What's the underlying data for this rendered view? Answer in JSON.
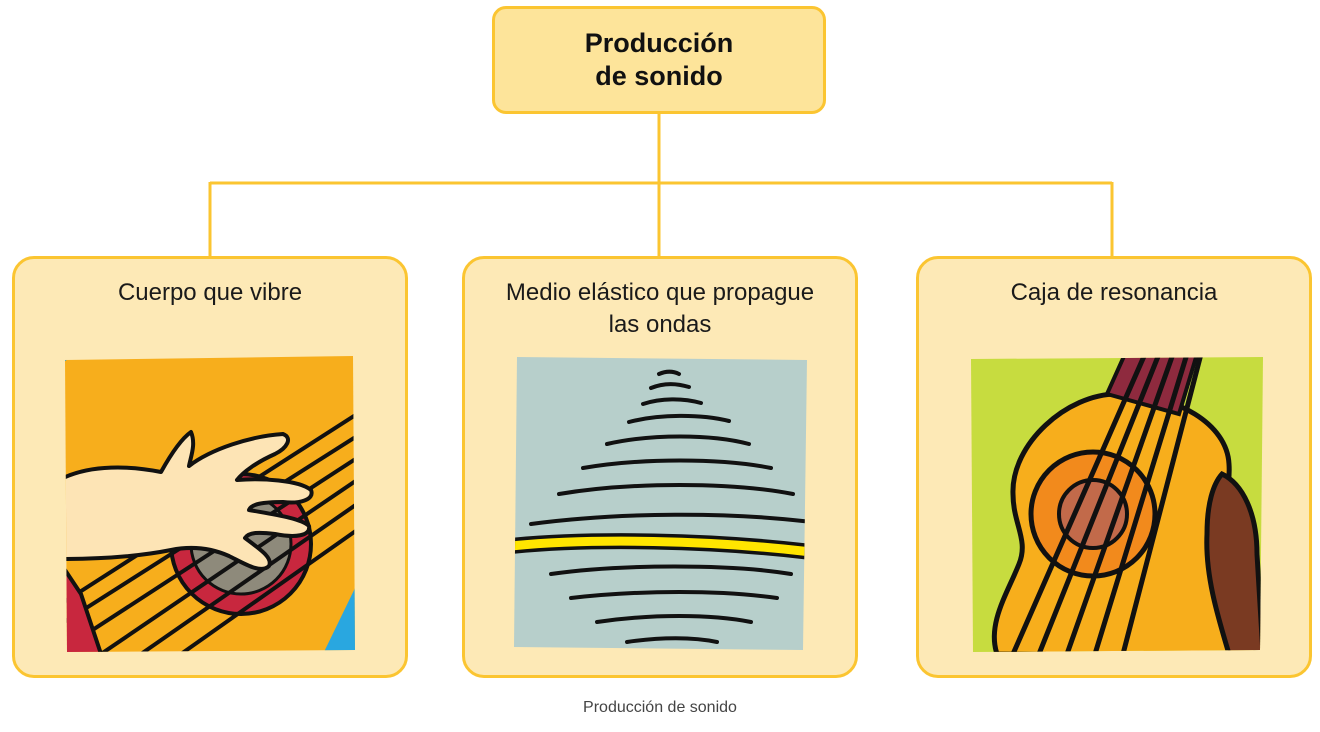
{
  "root": {
    "line1": "Producción",
    "line2": "de sonido"
  },
  "cards": [
    {
      "title_lines": [
        "Cuerpo que vibre"
      ],
      "illustration": "hand-plucking-guitar-strings"
    },
    {
      "title_lines": [
        "Medio elástico que propague",
        "las ondas"
      ],
      "illustration": "sound-waves"
    },
    {
      "title_lines": [
        "Caja de resonancia"
      ],
      "illustration": "guitar-body"
    }
  ],
  "caption": "Producción de sonido",
  "colors": {
    "box_fill": "#fde9b6",
    "root_fill": "#fde49a",
    "border": "#fbc531",
    "connector": "#fbc531"
  }
}
